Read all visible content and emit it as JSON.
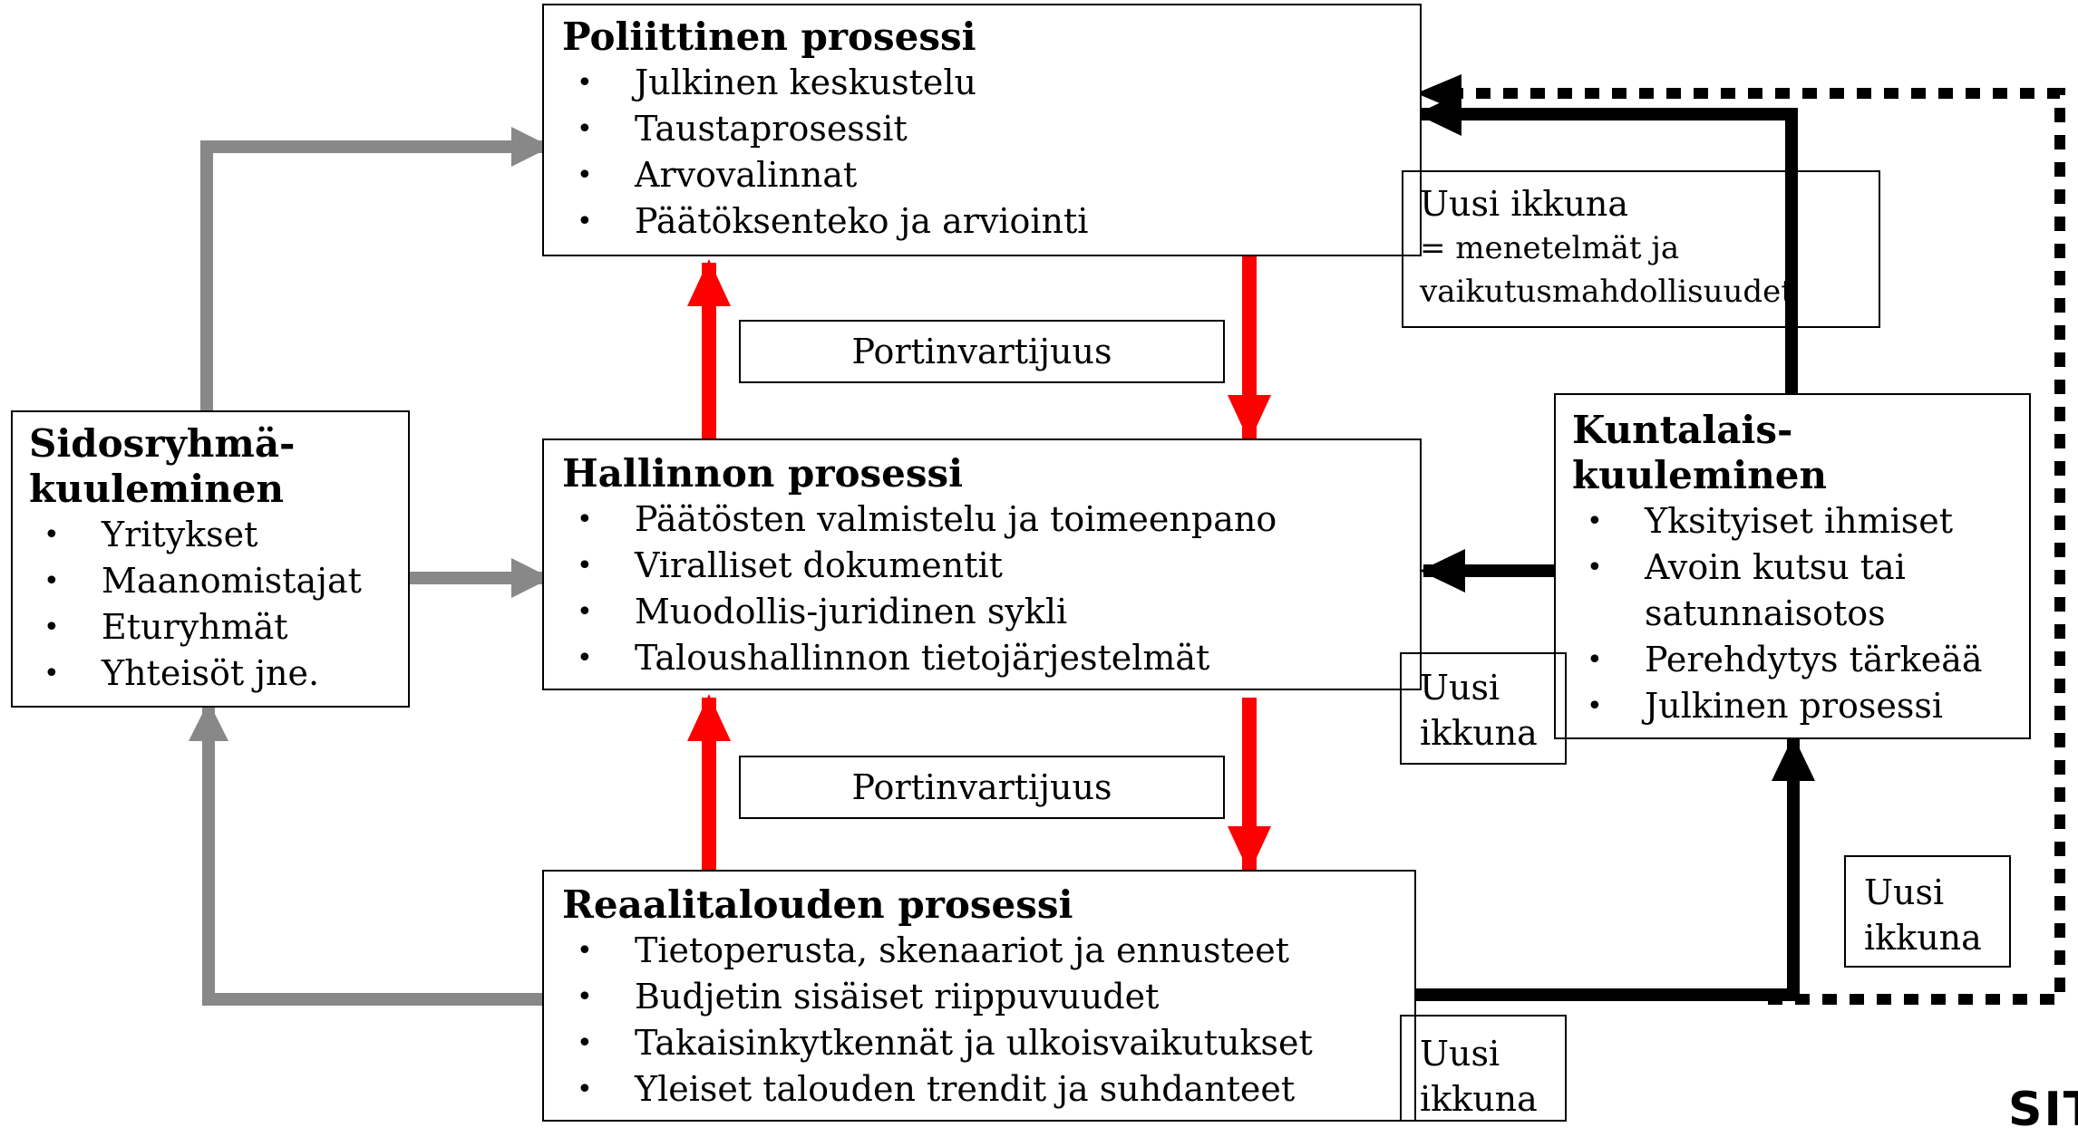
{
  "boxes": {
    "political": {
      "title": "Poliittinen prosessi",
      "items": [
        "Julkinen keskustelu",
        "Taustaprosessit",
        "Arvovalinnat",
        "Päätöksenteko ja arviointi"
      ]
    },
    "administrative": {
      "title": "Hallinnon prosessi",
      "items": [
        "Päätösten valmistelu ja toimeenpano",
        "Viralliset dokumentit",
        "Muodollis-juridinen sykli",
        "Taloushallinnon tietojärjestelmät"
      ]
    },
    "real_economy": {
      "title": "Reaalitalouden prosessi",
      "items": [
        "Tietoperusta, skenaariot ja ennusteet",
        "Budjetin sisäiset riippuvuudet",
        "Takaisinkytkennät ja ulkoisvaikutukset",
        "Yleiset talouden trendit ja suhdanteet"
      ]
    },
    "stakeholder": {
      "title_line1": "Sidosryhmä-",
      "title_line2": "kuuleminen",
      "items": [
        "Yritykset",
        "Maanomistajat",
        "Eturyhmät",
        "Yhteisöt jne."
      ]
    },
    "citizen": {
      "title_line1": "Kuntalais-",
      "title_line2": "kuuleminen",
      "items": [
        "Yksityiset ihmiset",
        "Avoin kutsu tai satunnaisotos",
        "Perehdytys tärkeää",
        "Julkinen prosessi"
      ]
    }
  },
  "gatekeeping": {
    "upper": "Portinvartijuus",
    "lower": "Portinvartijuus"
  },
  "notes": {
    "top": {
      "line1": "Uusi ikkuna",
      "line2": "= menetelmät ja",
      "line3": "vaikutusmahdollisuudet"
    },
    "middle": {
      "line1": "Uusi",
      "line2": "ikkuna"
    },
    "bottom": {
      "line1": "Uusi",
      "line2": "ikkuna"
    },
    "right": {
      "line1": "Uusi",
      "line2": "ikkuna"
    }
  },
  "logo_text": "SIT",
  "colors": {
    "gray_arrow": "#888888",
    "red_arrow": "#ff0000",
    "black_arrow": "#000000"
  }
}
